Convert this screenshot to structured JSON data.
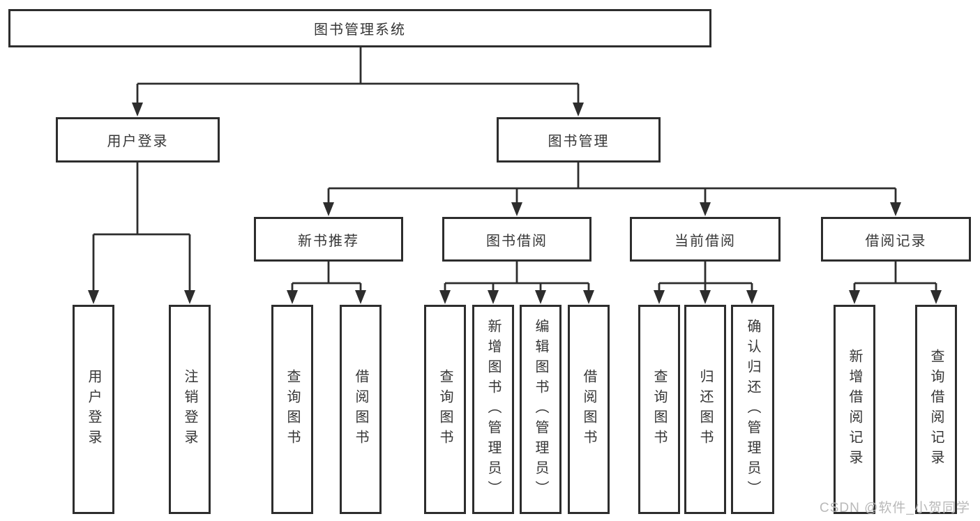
{
  "diagram": {
    "root": {
      "label": "图书管理系统"
    },
    "level1": [
      {
        "label": "用户登录"
      },
      {
        "label": "图书管理"
      }
    ],
    "level2": [
      {
        "label": "新书推荐"
      },
      {
        "label": "图书借阅"
      },
      {
        "label": "当前借阅"
      },
      {
        "label": "借阅记录"
      }
    ],
    "leaves": {
      "user": [
        {
          "label": "用户登录"
        },
        {
          "label": "注销登录"
        }
      ],
      "recommend": [
        {
          "label": "查询图书"
        },
        {
          "label": "借阅图书"
        }
      ],
      "borrow": [
        {
          "label": "查询图书"
        },
        {
          "label": "新增图书（管理员）"
        },
        {
          "label": "编辑图书（管理员）"
        },
        {
          "label": "借阅图书"
        }
      ],
      "current": [
        {
          "label": "查询图书"
        },
        {
          "label": "归还图书"
        },
        {
          "label": "确认归还（管理员）"
        }
      ],
      "records": [
        {
          "label": "新增借阅记录"
        },
        {
          "label": "查询借阅记录"
        }
      ]
    }
  },
  "watermark": {
    "text": "CSDN @软件_小贺同学"
  },
  "colors": {
    "line": "#2d2d2d",
    "box_border": "#2d2d2d",
    "text": "#363636",
    "watermark": "#b9b9b9",
    "background": "#ffffff"
  }
}
